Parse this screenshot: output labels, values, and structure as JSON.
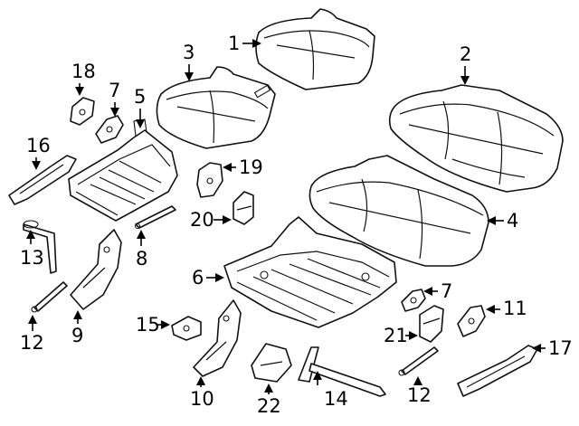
{
  "callouts": [
    {
      "id": "c1",
      "label": "1"
    },
    {
      "id": "c2",
      "label": "2"
    },
    {
      "id": "c3",
      "label": "3"
    },
    {
      "id": "c4",
      "label": "4"
    },
    {
      "id": "c5",
      "label": "5"
    },
    {
      "id": "c6",
      "label": "6"
    },
    {
      "id": "c7a",
      "label": "7"
    },
    {
      "id": "c7b",
      "label": "7"
    },
    {
      "id": "c8",
      "label": "8"
    },
    {
      "id": "c9",
      "label": "9"
    },
    {
      "id": "c10",
      "label": "10"
    },
    {
      "id": "c11",
      "label": "11"
    },
    {
      "id": "c12a",
      "label": "12"
    },
    {
      "id": "c12b",
      "label": "12"
    },
    {
      "id": "c13",
      "label": "13"
    },
    {
      "id": "c14",
      "label": "14"
    },
    {
      "id": "c15",
      "label": "15"
    },
    {
      "id": "c16",
      "label": "16"
    },
    {
      "id": "c17",
      "label": "17"
    },
    {
      "id": "c18",
      "label": "18"
    },
    {
      "id": "c19",
      "label": "19"
    },
    {
      "id": "c20",
      "label": "20"
    },
    {
      "id": "c21",
      "label": "21"
    },
    {
      "id": "c22",
      "label": "22"
    }
  ]
}
